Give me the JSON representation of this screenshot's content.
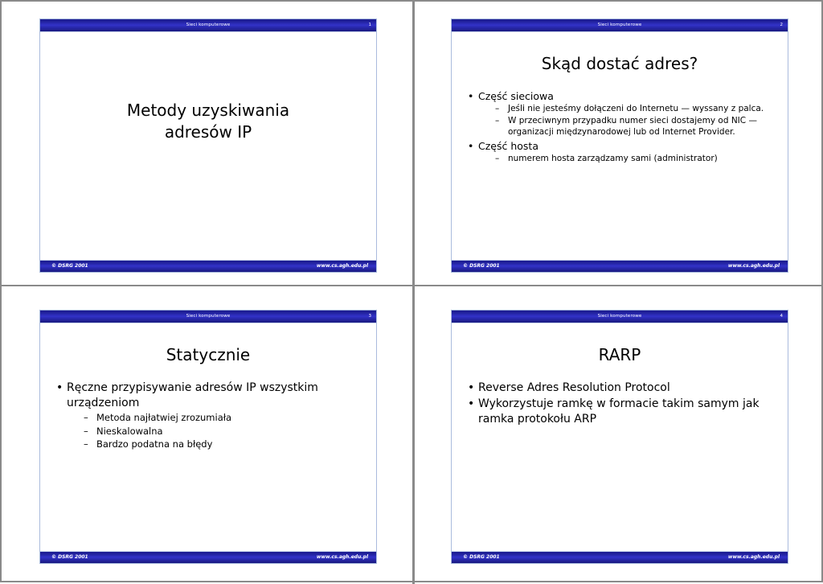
{
  "document": {
    "kind": "presentation-handout",
    "layout": "2x2",
    "header_title": "Sieci komputerowe",
    "footer_left": "© DSRG 2001",
    "footer_right": "www.cs.agh.edu.pl",
    "colors": {
      "header_bar": "#2626a6",
      "header_bar_dark": "#1b1b8f",
      "header_bar_light": "#3232c8",
      "slide_border": "#aabbdd",
      "page_border": "#8a8a8a",
      "text": "#000000",
      "bar_text": "#ffffff"
    },
    "markers": {
      "bullet_level1": "•",
      "bullet_level2": "–"
    }
  },
  "slides": [
    {
      "number": "1",
      "type": "title",
      "title_line1": "Metody uzyskiwania",
      "title_line2": "adresów IP",
      "bullets": []
    },
    {
      "number": "2",
      "type": "content",
      "title_line1": "Skąd dostać adres?",
      "title_line2": "",
      "bullets": [
        {
          "text": "Część sieciowa",
          "sub": [
            "Jeśli nie jesteśmy dołączeni do Internetu — wyssany z palca.",
            "W przeciwnym przypadku numer sieci dostajemy od NIC — organizacji międzynarodowej lub od Internet Provider."
          ]
        },
        {
          "text": "Część hosta",
          "sub": [
            "numerem hosta zarządzamy sami (administrator)"
          ]
        }
      ]
    },
    {
      "number": "3",
      "type": "content",
      "title_line1": "Statycznie",
      "title_line2": "",
      "bullets": [
        {
          "text": "Ręczne przypisywanie adresów IP wszystkim urządzeniom",
          "sub": [
            "Metoda najłatwiej zrozumiała",
            "Nieskalowalna",
            "Bardzo podatna na błędy"
          ]
        }
      ]
    },
    {
      "number": "4",
      "type": "content",
      "title_line1": "RARP",
      "title_line2": "",
      "bullets": [
        {
          "text": "Reverse Adres Resolution Protocol",
          "sub": []
        },
        {
          "text": "Wykorzystuje ramkę w formacie takim samym jak ramka protokołu ARP",
          "sub": []
        }
      ]
    }
  ]
}
